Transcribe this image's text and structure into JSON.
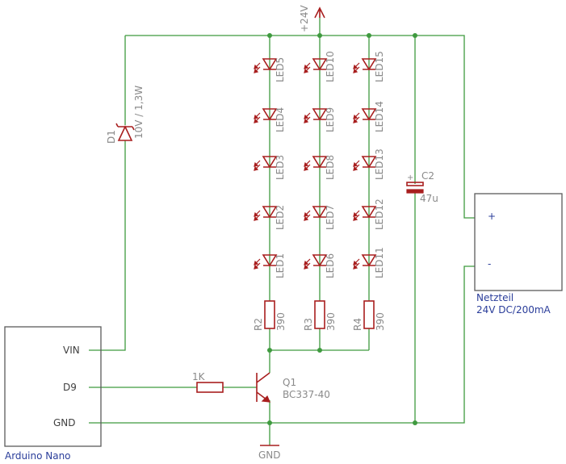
{
  "supply": {
    "label": "+24V"
  },
  "ground": {
    "label": "GND"
  },
  "arduino": {
    "title": "Arduino Nano",
    "pins": {
      "vin": "VIN",
      "d9": "D9",
      "gnd": "GND"
    }
  },
  "power_supply": {
    "title_line1": "Netzteil",
    "title_line2": "24V DC/200mA",
    "plus": "+",
    "minus": "-"
  },
  "zener": {
    "name": "D1",
    "value": "10V / 1,3W"
  },
  "capacitor": {
    "name": "C2",
    "value": "47u",
    "polarity": "+"
  },
  "base_resistor": {
    "value": "1K"
  },
  "transistor": {
    "name": "Q1",
    "value": "BC337-40"
  },
  "led_strings": [
    {
      "leds": [
        "LED5",
        "LED4",
        "LED3",
        "LED2",
        "LED1"
      ],
      "resistor": {
        "name": "R2",
        "value": "390"
      }
    },
    {
      "leds": [
        "LED10",
        "LED9",
        "LED8",
        "LED7",
        "LED6"
      ],
      "resistor": {
        "name": "R3",
        "value": "390"
      }
    },
    {
      "leds": [
        "LED15",
        "LED14",
        "LED13",
        "LED12",
        "LED11"
      ],
      "resistor": {
        "name": "R4",
        "value": "390"
      }
    }
  ],
  "colors": {
    "wire": "#3f9a3f",
    "symbol": "#a81e1e",
    "label": "#8a8a8a",
    "outline": "#5a5a5a",
    "ps_text": "#2a3d9a"
  }
}
